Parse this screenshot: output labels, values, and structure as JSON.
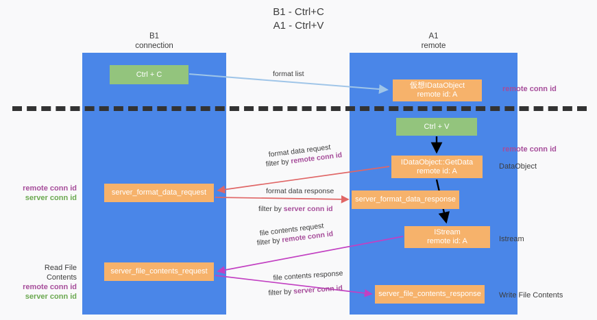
{
  "title": {
    "line1": "B1 - Ctrl+C",
    "line2": "A1 - Ctrl+V"
  },
  "columns": {
    "left": {
      "name": "B1",
      "role": "connection"
    },
    "right": {
      "name": "A1",
      "role": "remote"
    }
  },
  "nodes": {
    "ctrl_c": {
      "label": "Ctrl + C",
      "color": "#93c47d"
    },
    "virtual_dataobject": {
      "line1": "仮想IDataObject",
      "line2": "remote id: A",
      "color": "#f6b26b"
    },
    "ctrl_v": {
      "label": "Ctrl + V",
      "color": "#93c47d"
    },
    "getdata": {
      "line1": "IDataObject::GetData",
      "line2": "remote id: A",
      "color": "#f6b26b"
    },
    "server_format_data_request": {
      "label": "server_format_data_request",
      "color": "#f6b26b"
    },
    "server_format_data_response": {
      "label": "server_format_data_response",
      "color": "#f6b26b"
    },
    "istream": {
      "line1": "IStream",
      "line2": "remote id: A",
      "color": "#f6b26b"
    },
    "server_file_contents_request": {
      "label": "server_file_contents_request",
      "color": "#f6b26b"
    },
    "server_file_contents_response": {
      "label": "server_file_contents_response",
      "color": "#f6b26b"
    }
  },
  "edges": {
    "format_list": {
      "label": "format list",
      "color": "#9fc5e8"
    },
    "format_data_request": {
      "line1": "format data request",
      "filter_prefix": "filter by ",
      "filter_key": "remote conn id",
      "color": "#e06666"
    },
    "format_data_response": {
      "line1": "format data response",
      "filter_prefix": "filter by ",
      "filter_key": "server conn id",
      "color": "#e06666"
    },
    "file_contents_request": {
      "line1": "file contents request",
      "filter_prefix": "filter by ",
      "filter_key": "remote conn id",
      "color": "#c240c2"
    },
    "file_contents_response": {
      "line1": "file contents response",
      "filter_prefix": "filter by ",
      "filter_key": "server conn id",
      "color": "#c240c2"
    }
  },
  "side_labels": {
    "right_remote_top": "remote conn id",
    "right_remote_mid": "remote conn id",
    "right_dataobject": "DataObject",
    "right_istream": "Istream",
    "right_write_file": "Write File Contents",
    "left_remote_mid": "remote conn id",
    "left_server_mid": "server conn id",
    "left_read_file": "Read File Contents",
    "left_remote_bottom": "remote conn id",
    "left_server_bottom": "server conn id"
  },
  "colors": {
    "lane": "#4a86e8",
    "green_node": "#93c47d",
    "orange_node": "#f6b26b",
    "purple_text": "#a64d9a",
    "green_text": "#6aa84f",
    "red_arrow": "#e06666",
    "magenta_arrow": "#c240c2",
    "blue_arrow": "#9fc5e8",
    "black_arrow": "#000000",
    "divider": "#333333",
    "background": "#f9f9fa"
  }
}
